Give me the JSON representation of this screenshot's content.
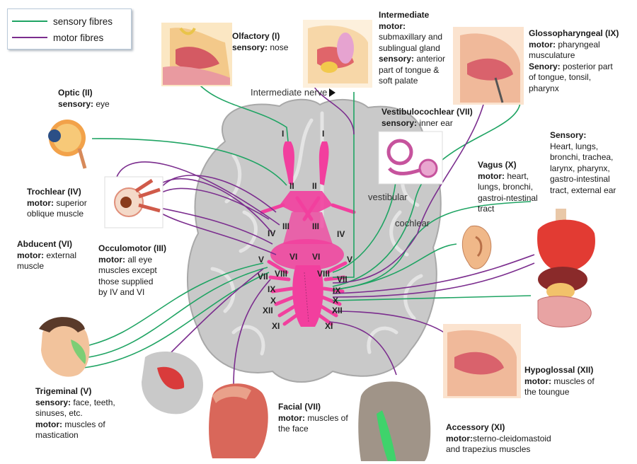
{
  "colors": {
    "sensory": "#1fa463",
    "motor": "#7b2d8e",
    "brain": "#bdbdbd",
    "nerve": "#f23f9e"
  },
  "legend": {
    "sensory": "sensory fibres",
    "motor": "motor fibres"
  },
  "labels": {
    "olfactory": {
      "title": "Olfactory (I)",
      "line1_b": "sensory:",
      "line1": " nose"
    },
    "intermediate": {
      "title": "Intermediate",
      "l1": "motor:",
      "l2": "submaxillary and",
      "l3": "sublingual gland",
      "l4_b": "sensory:",
      "l4": " anterior",
      "l5": "part of tongue &",
      "l6": "soft palate"
    },
    "intermediate_nerve": "Intermediate nerve",
    "glosso": {
      "title": "Glossopharyngeal (IX)",
      "l1_b": "motor:",
      "l1": " pharyngeal",
      "l2": "musculature",
      "l3_b": "Senory:",
      "l3": " posterior part",
      "l4": "of tongue, tonsil,",
      "l5": "pharynx"
    },
    "optic": {
      "title": "Optic (II)",
      "l1_b": "sensory:",
      "l1": " eye"
    },
    "vestibulo": {
      "title": "Vestibulocochlear (VII)",
      "l1_b": "sensory:",
      "l1": " inner ear"
    },
    "sensory_block": {
      "title": "Sensory:",
      "l1": "Heart, lungs,",
      "l2": "bronchi, trachea,",
      "l3": "larynx, pharynx,",
      "l4": "gastro-intestinal",
      "l5": "tract, external ear"
    },
    "vagus": {
      "title": "Vagus (X)",
      "l1_b": "motor:",
      "l1": " heart,",
      "l2": "lungs, bronchi,",
      "l3": "gastroi-ntestinal",
      "l4": "tract"
    },
    "trochlear": {
      "title": "Trochlear (IV)",
      "l1_b": "motor:",
      "l1": " superior",
      "l2": "oblique muscle"
    },
    "abducent": {
      "title": "Abducent (VI)",
      "l1_b": "motor:",
      "l1": " external",
      "l2": "muscle"
    },
    "oculomotor": {
      "title": "Occulomotor (III)",
      "l1_b": "motor:",
      "l1": " all eye",
      "l2": "muscles except",
      "l3": "those supplied",
      "l4": "by IV and VI"
    },
    "vestibular": "vestibular",
    "cochlear": "cochlear",
    "trigeminal": {
      "title": "Trigeminal (V)",
      "l1_b": "sensory:",
      "l1": " face, teeth,",
      "l2": "sinuses, etc.",
      "l3_b": "motor:",
      "l3": "  muscles of",
      "l4": "mastication"
    },
    "facial": {
      "title": "Facial (VII)",
      "l1_b": "motor:",
      "l1": "  muscles of",
      "l2": "the face"
    },
    "hypoglossal": {
      "title": "Hypoglossal (XII)",
      "l1_b": "motor:",
      "l1": "  muscles of",
      "l2": "the toungue"
    },
    "accessory": {
      "title": "Accessory (XI)",
      "l1_b": "motor:",
      "l1": "sterno-cleidomastoid",
      "l2": "and trapezius muscles"
    }
  },
  "nerve_numbers": {
    "I_l": "I",
    "I_r": "I",
    "II_l": "II",
    "II_r": "II",
    "III_l": "III",
    "III_r": "III",
    "IV_l": "IV",
    "IV_r": "IV",
    "V_l": "V",
    "V_r": "V",
    "VI_l": "VI",
    "VI_r": "VI",
    "VII_l": "VII",
    "VII_r": "VII",
    "VIII_l": "VIII",
    "VIII_r": "VIII",
    "IX_l": "IX",
    "IX_r": "IX",
    "X_l": "X",
    "X_r": "X",
    "XI_l": "XI",
    "XI_r": "XI",
    "XII_l": "XII",
    "XII_r": "XII"
  }
}
